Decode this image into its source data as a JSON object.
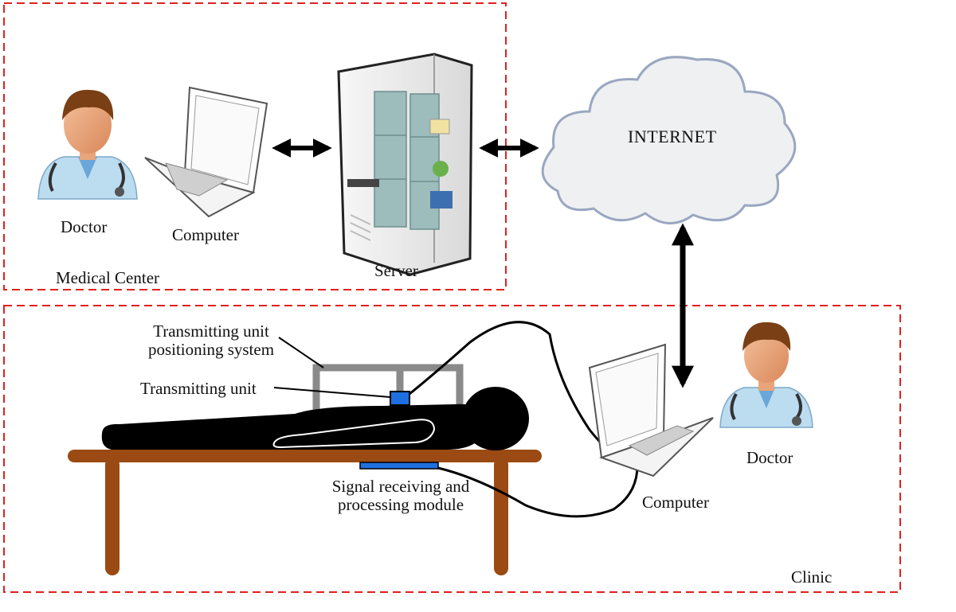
{
  "medical_center": {
    "region_label": "Medical Center",
    "doctor_label": "Doctor",
    "computer_label": "Computer",
    "server_label": "Server"
  },
  "internet": {
    "label": "INTERNET"
  },
  "clinic": {
    "region_label": "Clinic",
    "doctor_label": "Doctor",
    "computer_label": "Computer",
    "positioning_label_line1": "Transmitting unit",
    "positioning_label_line2": "positioning system",
    "transmitting_unit_label": "Transmitting unit",
    "receiver_label_line1": "Signal receiving and",
    "receiver_label_line2": "processing module"
  },
  "colors": {
    "region_border": "#e02020",
    "table_wood": "#9a4a12",
    "frame_gray": "#8a8a8a",
    "unit_blue": "#1f6fe0",
    "cloud_fill": "#eef0f2",
    "cloud_stroke": "#9aa7c0",
    "skin": "#e9a57a",
    "coat": "#bcdcf0"
  }
}
